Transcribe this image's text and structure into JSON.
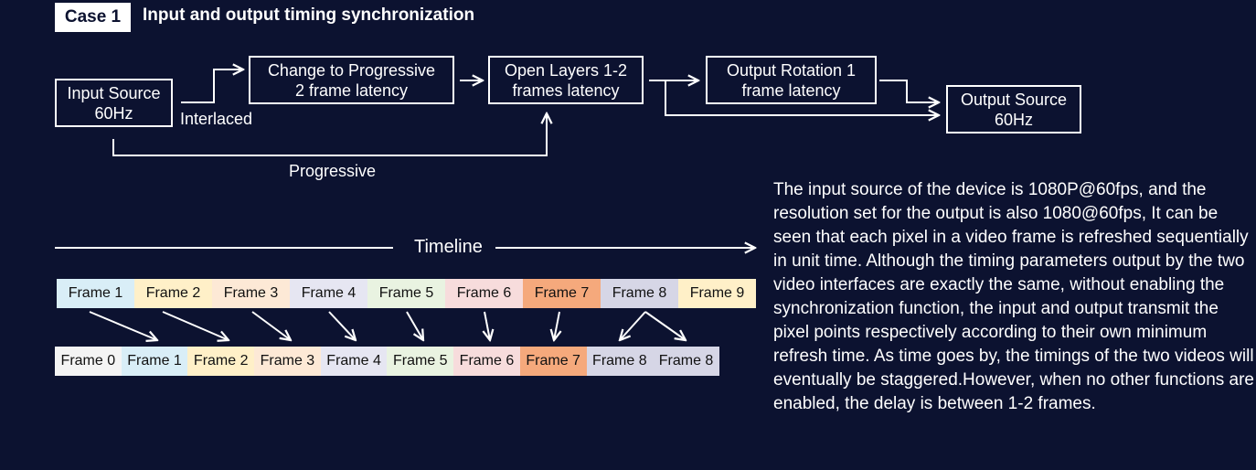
{
  "header": {
    "tag": "Case 1",
    "title": "Input and output timing synchronization"
  },
  "flow": {
    "input_source": {
      "line1": "Input Source",
      "line2": "60Hz"
    },
    "change_progressive": {
      "line1": "Change to Progressive",
      "line2": "2 frame latency"
    },
    "open_layers": {
      "line1": "Open Layers 1-2",
      "line2": "frames latency"
    },
    "output_rotation": {
      "line1": "Output Rotation 1",
      "line2": "frame latency"
    },
    "output_source": {
      "line1": "Output Source",
      "line2": "60Hz"
    },
    "interlaced_label": "Interlaced",
    "progressive_label": "Progressive"
  },
  "timeline": {
    "label": "Timeline",
    "top_frames": [
      {
        "label": "Frame 1",
        "color": "#d9eef7"
      },
      {
        "label": "Frame 2",
        "color": "#fff0c8"
      },
      {
        "label": "Frame 3",
        "color": "#fde9d6"
      },
      {
        "label": "Frame 4",
        "color": "#e6e6f2"
      },
      {
        "label": "Frame 5",
        "color": "#e9f3e1"
      },
      {
        "label": "Frame 6",
        "color": "#f7dcdc"
      },
      {
        "label": "Frame 7",
        "color": "#f5a97c"
      },
      {
        "label": "Frame 8",
        "color": "#d6d6e6"
      },
      {
        "label": "Frame 9",
        "color": "#fff0c8"
      }
    ],
    "bottom_frames": [
      {
        "label": "Frame 0",
        "color": "#f4f4f4"
      },
      {
        "label": "Frame 1",
        "color": "#d9eef7"
      },
      {
        "label": "Frame 2",
        "color": "#fff0c8"
      },
      {
        "label": "Frame 3",
        "color": "#fde9d6"
      },
      {
        "label": "Frame 4",
        "color": "#e6e6f2"
      },
      {
        "label": "Frame 5",
        "color": "#e9f3e1"
      },
      {
        "label": "Frame 6",
        "color": "#f7dcdc"
      },
      {
        "label": "Frame 7",
        "color": "#f5a97c"
      },
      {
        "label": "Frame 8",
        "color": "#d6d6e6"
      },
      {
        "label": "Frame 8",
        "color": "#d6d6e6"
      }
    ]
  },
  "description": "The input source of the device is 1080P@60fps, and the resolution set for the output is also 1080@60fps, It can be seen that each pixel in a video frame is refreshed sequentially in unit time. Although the timing parameters output by the two video interfaces are exactly the same, without enabling the synchronization function, the input and output transmit the pixel points respectively according to their own minimum refresh time. As time goes by, the timings of the two videos will eventually be staggered.However, when no other functions are enabled, the delay is between 1-2 frames.",
  "colors": {
    "background": "#0c1230",
    "foreground": "#ffffff"
  }
}
